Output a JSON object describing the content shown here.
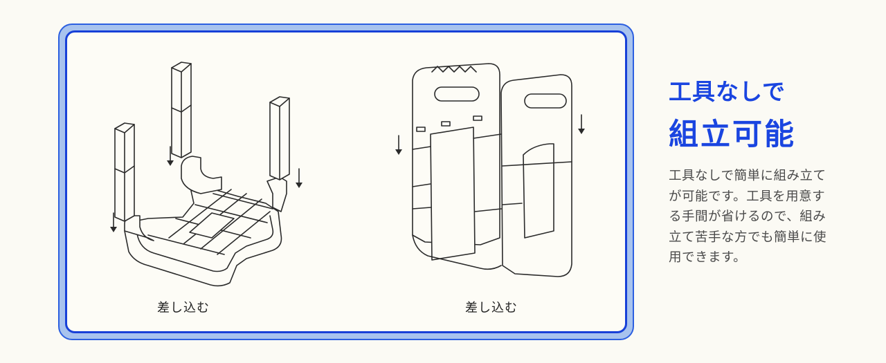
{
  "captions": {
    "left": "差し込む",
    "right": "差し込む"
  },
  "headline": {
    "line1": "工具なしで",
    "line2": "組立可能"
  },
  "description": "工具なしで簡単に組み立てが可能です。工具を用意する手間が省けるので、組み立て苦手な方でも簡単に使用できます。",
  "colors": {
    "accent_blue": "#1a45e0",
    "frame_light_blue": "#a8c3ee",
    "background": "#fbfaf4"
  }
}
